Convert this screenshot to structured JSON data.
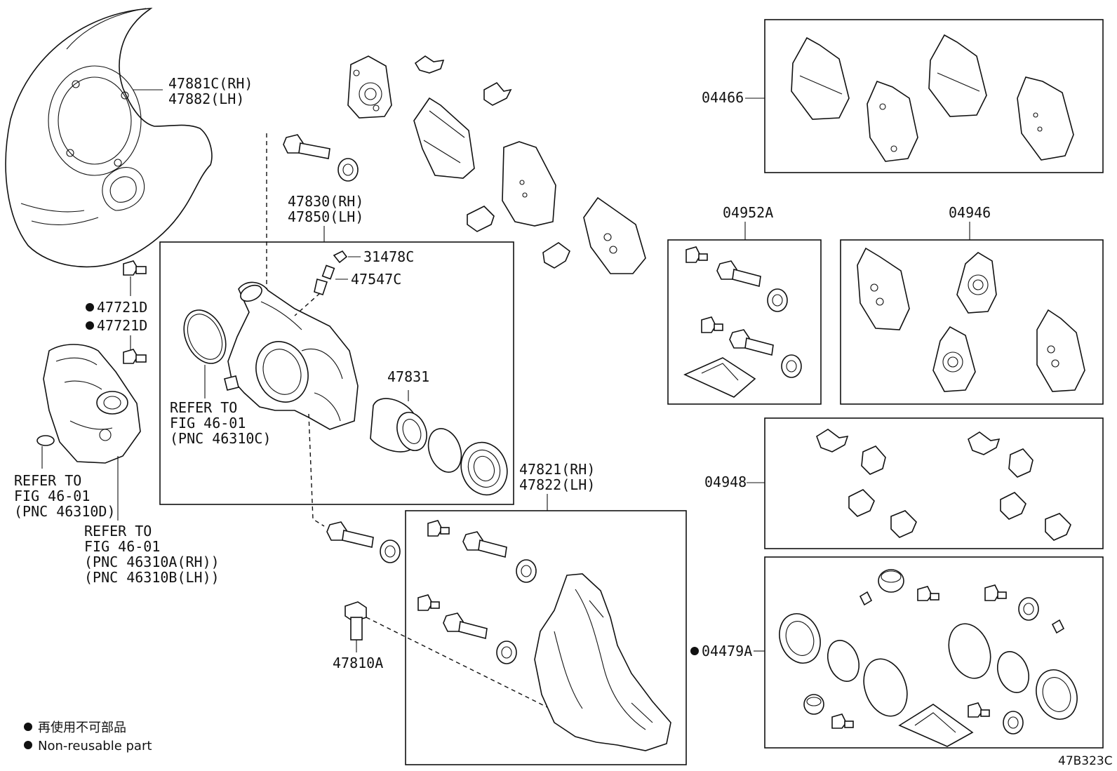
{
  "labels": {
    "dust_cover_rh": "47881C(RH)",
    "dust_cover_lh": "47882(LH)",
    "bolt_a": "47721D",
    "bolt_b": "47721D",
    "caliper_rh": "47830(RH)",
    "caliper_lh": "47850(LH)",
    "bleeder_cap": "31478C",
    "bleeder_plug": "47547C",
    "piston": "47831",
    "bracket_rh": "47821(RH)",
    "bracket_lh": "47822(LH)",
    "bolt_bracket": "47810A",
    "pad_kit": "04466",
    "pin_kit": "04952A",
    "shim_kit": "04946",
    "clip_kit": "04948",
    "seal_kit": "04479A"
  },
  "references": {
    "ring": [
      "REFER TO",
      "FIG 46-01",
      "(PNC 46310C)"
    ],
    "motor_plug": [
      "REFER TO",
      "FIG 46-01",
      "(PNC 46310D)"
    ],
    "motor": [
      "REFER TO",
      "FIG 46-01",
      "(PNC 46310A(RH))",
      "(PNC 46310B(LH))"
    ]
  },
  "legend": {
    "non_reusable_cn": "再使用不可部品",
    "non_reusable_en": "Non-reusable part"
  },
  "diagram_code": "47B323C"
}
